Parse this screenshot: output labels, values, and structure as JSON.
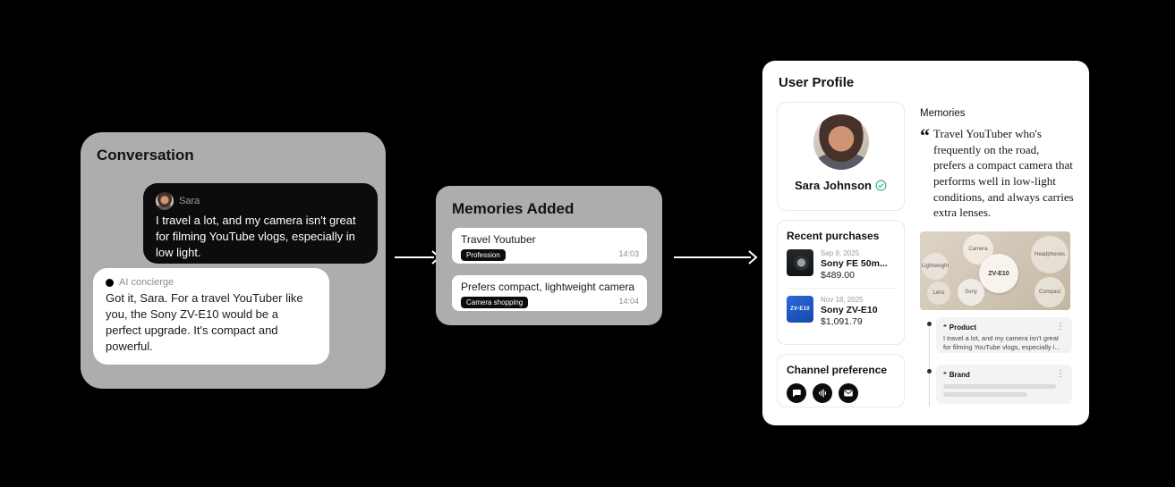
{
  "icons": {
    "more": "⋮",
    "quote_mark": "“",
    "feed_tag": "❝"
  },
  "conversation": {
    "title": "Conversation",
    "messages": [
      {
        "sender": "Sara",
        "text": "I travel a lot, and my camera isn't great for filming YouTube vlogs, especially in low light."
      },
      {
        "sender": "AI concierge",
        "text": "Got it, Sara. For a travel YouTuber like you, the Sony ZV-E10 would be a perfect upgrade. It's compact and powerful."
      }
    ]
  },
  "memories_added": {
    "title": "Memories Added",
    "items": [
      {
        "text": "Travel Youtuber",
        "tag": "Profession",
        "time": "14:03"
      },
      {
        "text": "Prefers compact, lightweight camera",
        "tag": "Camera shopping",
        "time": "14:04"
      }
    ]
  },
  "user_profile": {
    "title": "User Profile",
    "name": "Sara Johnson",
    "recent_purchases": {
      "title": "Recent purchases",
      "items": [
        {
          "date": "Sep 9, 2025",
          "name": "Sony FE 50m...",
          "price": "$489.00",
          "thumb_label": ""
        },
        {
          "date": "Nov 18, 2025",
          "name": "Sony ZV-E10",
          "price": "$1,091.79",
          "thumb_label": "ZV-E10"
        }
      ]
    },
    "channel_preference": {
      "title": "Channel preference"
    },
    "memories": {
      "label": "Memories",
      "quote": "Travel YouTuber who's frequently on the road, prefers a compact camera that performs well in low-light conditions, and always carries extra lenses."
    },
    "collage": {
      "bubbles": [
        "Camera",
        "Headphones",
        "Lightweight",
        "ZV-E10",
        "Lens",
        "Sony",
        "Compact"
      ]
    },
    "feed": [
      {
        "label": "Product",
        "text": "I travel a lot, and my camera isn't great for filming YouTube vlogs, especially i..."
      },
      {
        "label": "Brand",
        "text": ""
      }
    ]
  },
  "colors": {
    "background": "#000000",
    "panel_gray": "#adadad",
    "bubble_dark": "#0c0c0c",
    "accent_green": "#2fae7b",
    "thumb_blue": "#1f57c3"
  }
}
